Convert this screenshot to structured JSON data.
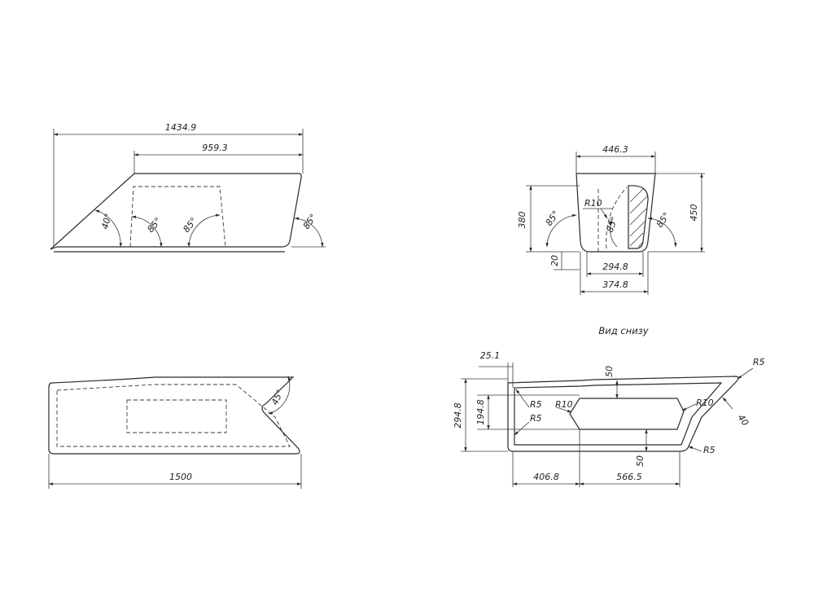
{
  "front_view": {
    "dim_overall_length": "1434.9",
    "dim_top_length": "959.3",
    "angle_slope": "40°",
    "angle_inner_left": "85°",
    "angle_inner_right": "85°",
    "angle_back": "85°"
  },
  "side_view": {
    "dim_top_width": "446.3",
    "dim_inner_height": "380",
    "dim_overall_height": "450",
    "dim_floor_offset": "20",
    "dim_bottom_inner": "294.8",
    "dim_bottom_outer": "374.8",
    "radius_label": "R10",
    "angle_left": "85°",
    "angle_inner": "85°",
    "angle_right": "85°"
  },
  "plan_view": {
    "dim_length": "1500",
    "angle_bow": "45°"
  },
  "bottom_view": {
    "caption": "Вид снизу",
    "dim_edge": "25.1",
    "dim_width_outer": "294.8",
    "dim_width_inner": "194.8",
    "dim_offset_top": "50",
    "dim_offset_bottom": "50",
    "dim_length_a": "406.8",
    "dim_length_b": "566.5",
    "radius_r5_a": "R5",
    "radius_r5_b": "R5",
    "radius_r5_c": "R5",
    "radius_r5_d": "R5",
    "radius_r10_a": "R10",
    "radius_r10_b": "R10",
    "dim_bevel": "40"
  }
}
